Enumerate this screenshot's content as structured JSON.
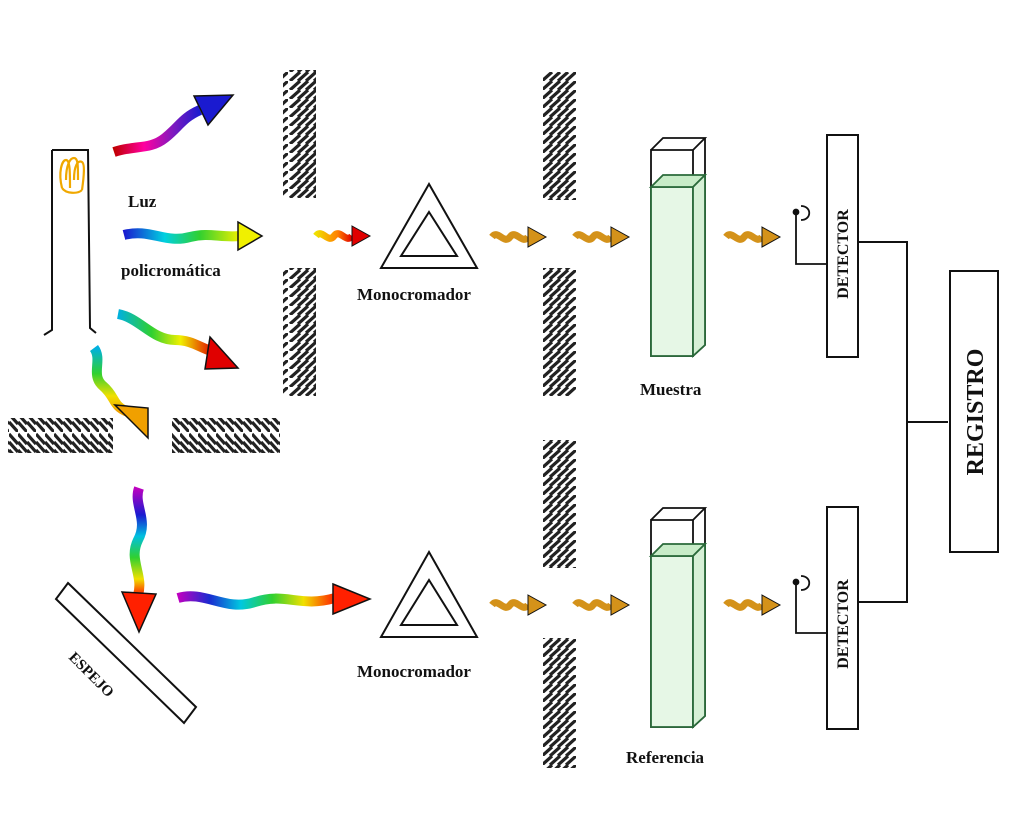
{
  "labels": {
    "luz": "Luz",
    "policromatica": "policromática",
    "monocromador_top": "Monocromador",
    "monocromador_bottom": "Monocromador",
    "muestra": "Muestra",
    "referencia": "Referencia",
    "detector_top": "DETECTOR",
    "detector_bottom": "DETECTOR",
    "registro": "REGISTRO",
    "espejo": "ESPEJO"
  },
  "colors": {
    "mono_wave": "#d4921a",
    "cuvette_fill": "#e6f7e6",
    "cuvette_edge": "#2a6a3a",
    "filament": "#f0a800"
  }
}
